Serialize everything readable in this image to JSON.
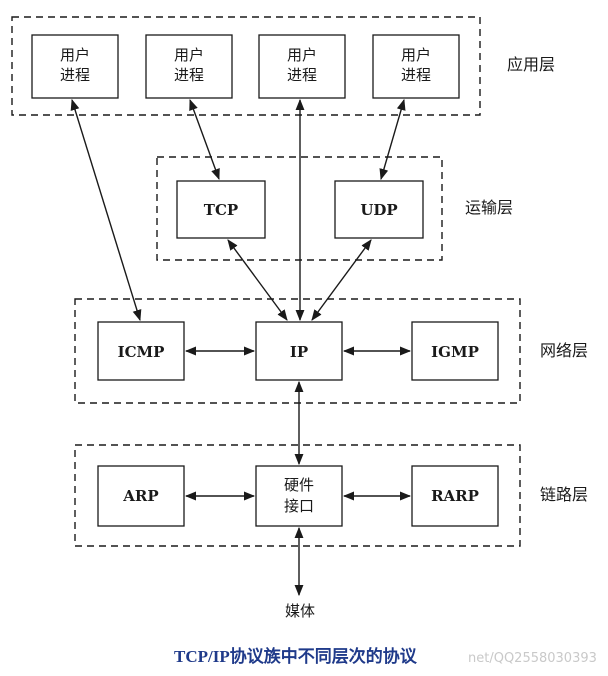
{
  "layers": [
    {
      "name": "应用层"
    },
    {
      "name": "运输层"
    },
    {
      "name": "网络层"
    },
    {
      "name": "链路层"
    }
  ],
  "nodes": {
    "user1": {
      "lines": [
        "用户",
        "进程"
      ]
    },
    "user2": {
      "lines": [
        "用户",
        "进程"
      ]
    },
    "user3": {
      "lines": [
        "用户",
        "进程"
      ]
    },
    "user4": {
      "lines": [
        "用户",
        "进程"
      ]
    },
    "tcp": {
      "label": "TCP"
    },
    "udp": {
      "label": "UDP"
    },
    "icmp": {
      "label": "ICMP"
    },
    "ip": {
      "label": "IP"
    },
    "igmp": {
      "label": "IGMP"
    },
    "arp": {
      "label": "ARP"
    },
    "hw": {
      "lines": [
        "硬件",
        "接口"
      ]
    },
    "rarp": {
      "label": "RARP"
    }
  },
  "media_label": "媒体",
  "caption": "TCP/IP协议族中不同层次的协议",
  "watermark": "net/QQ2558030393",
  "colors": {
    "line": "#1a1a1a",
    "caption": "#1f3a8a"
  }
}
